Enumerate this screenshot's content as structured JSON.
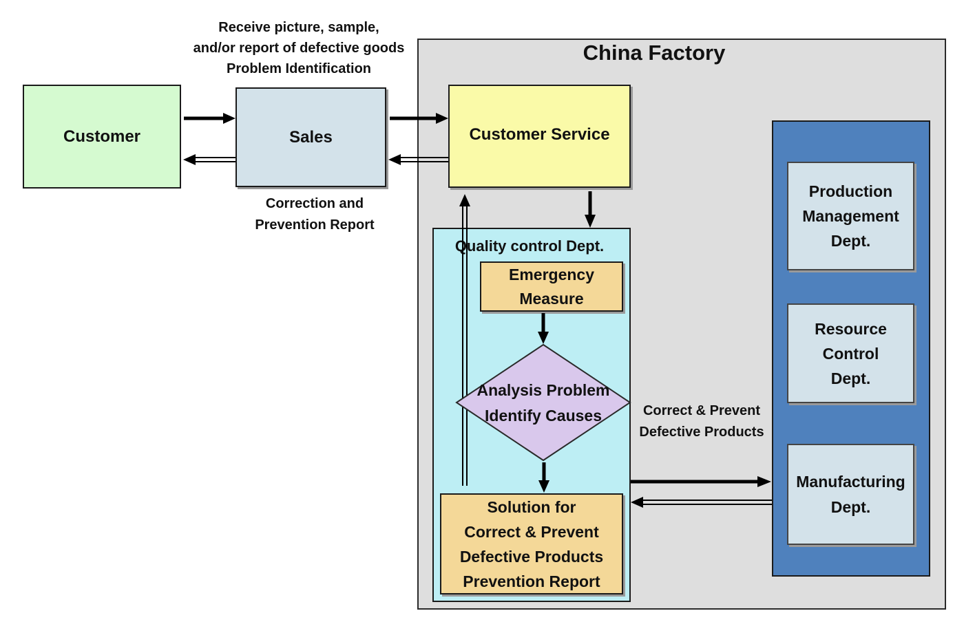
{
  "annotations": {
    "top_note": "Receive picture, sample,\nand/or report of defective goods\nProblem Identification",
    "correction_note": "Correction and\nPrevention Report",
    "correct_prevent_note": "Correct & Prevent\nDefective Products"
  },
  "nodes": {
    "customer": "Customer",
    "sales": "Sales",
    "china_factory": "China Factory",
    "customer_service": "Customer Service",
    "quality_control": "Quality control Dept.",
    "emergency_measure": "Emergency\nMeasure",
    "analysis": "Analysis Problem\nIdentify Causes",
    "solution": "Solution for\nCorrect & Prevent\nDefective Products\nPrevention Report",
    "production_management": "Production\nManagement\nDept.",
    "resource_control": "Resource\nControl\nDept.",
    "manufacturing": "Manufacturing\nDept."
  },
  "colors": {
    "customer_fill": "#d5fad0",
    "sales_fill": "#d3e2ea",
    "factory_fill": "#dedede",
    "customer_service_fill": "#fafaa8",
    "quality_fill": "#bdeef4",
    "emergency_fill": "#f4d898",
    "analysis_fill": "#d9c8ec",
    "solution_fill": "#f4d898",
    "dept_panel_fill": "#4f81bd",
    "dept_box_fill": "#d3e2ea"
  }
}
